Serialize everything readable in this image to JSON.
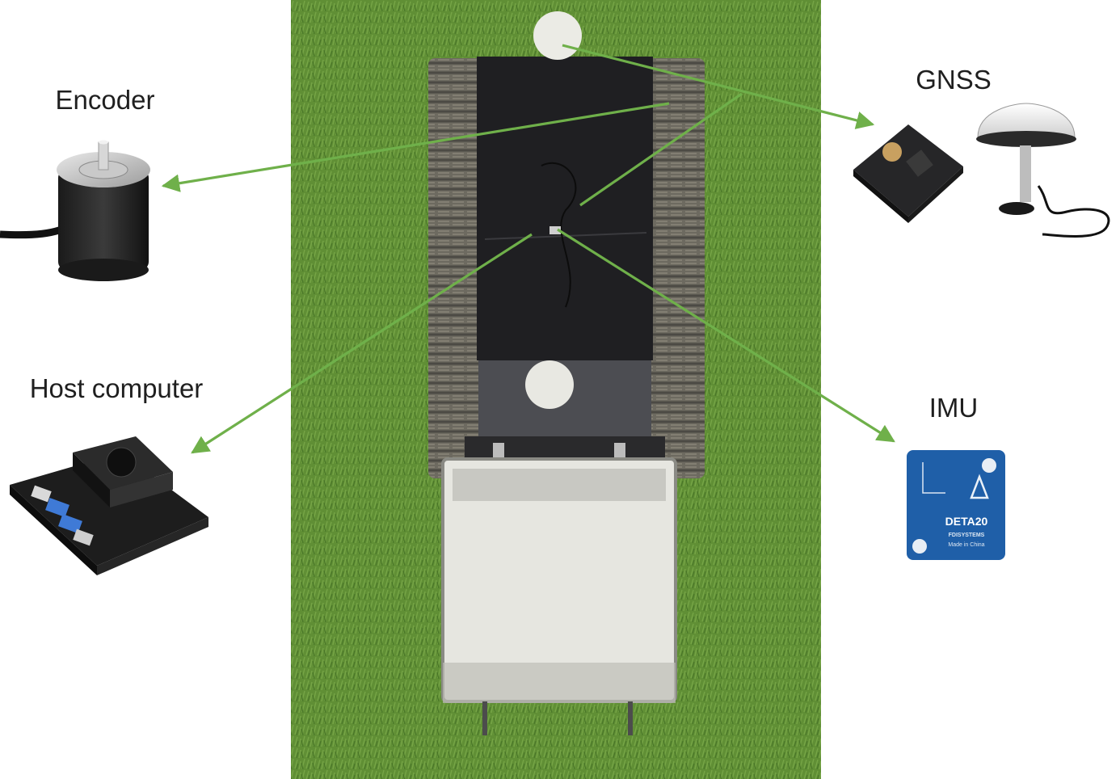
{
  "labels": {
    "encoder": "Encoder",
    "host_computer": "Host computer",
    "gnss": "GNSS",
    "imu": "IMU"
  },
  "imu_module": {
    "brand_line1": "DETA20",
    "brand_line2": "FDISYSTEMS",
    "brand_line3": "Made in China"
  },
  "colors": {
    "arrow": "#6fb04a",
    "grass": "#5f8f35",
    "imu_blue": "#1f5fa8"
  }
}
